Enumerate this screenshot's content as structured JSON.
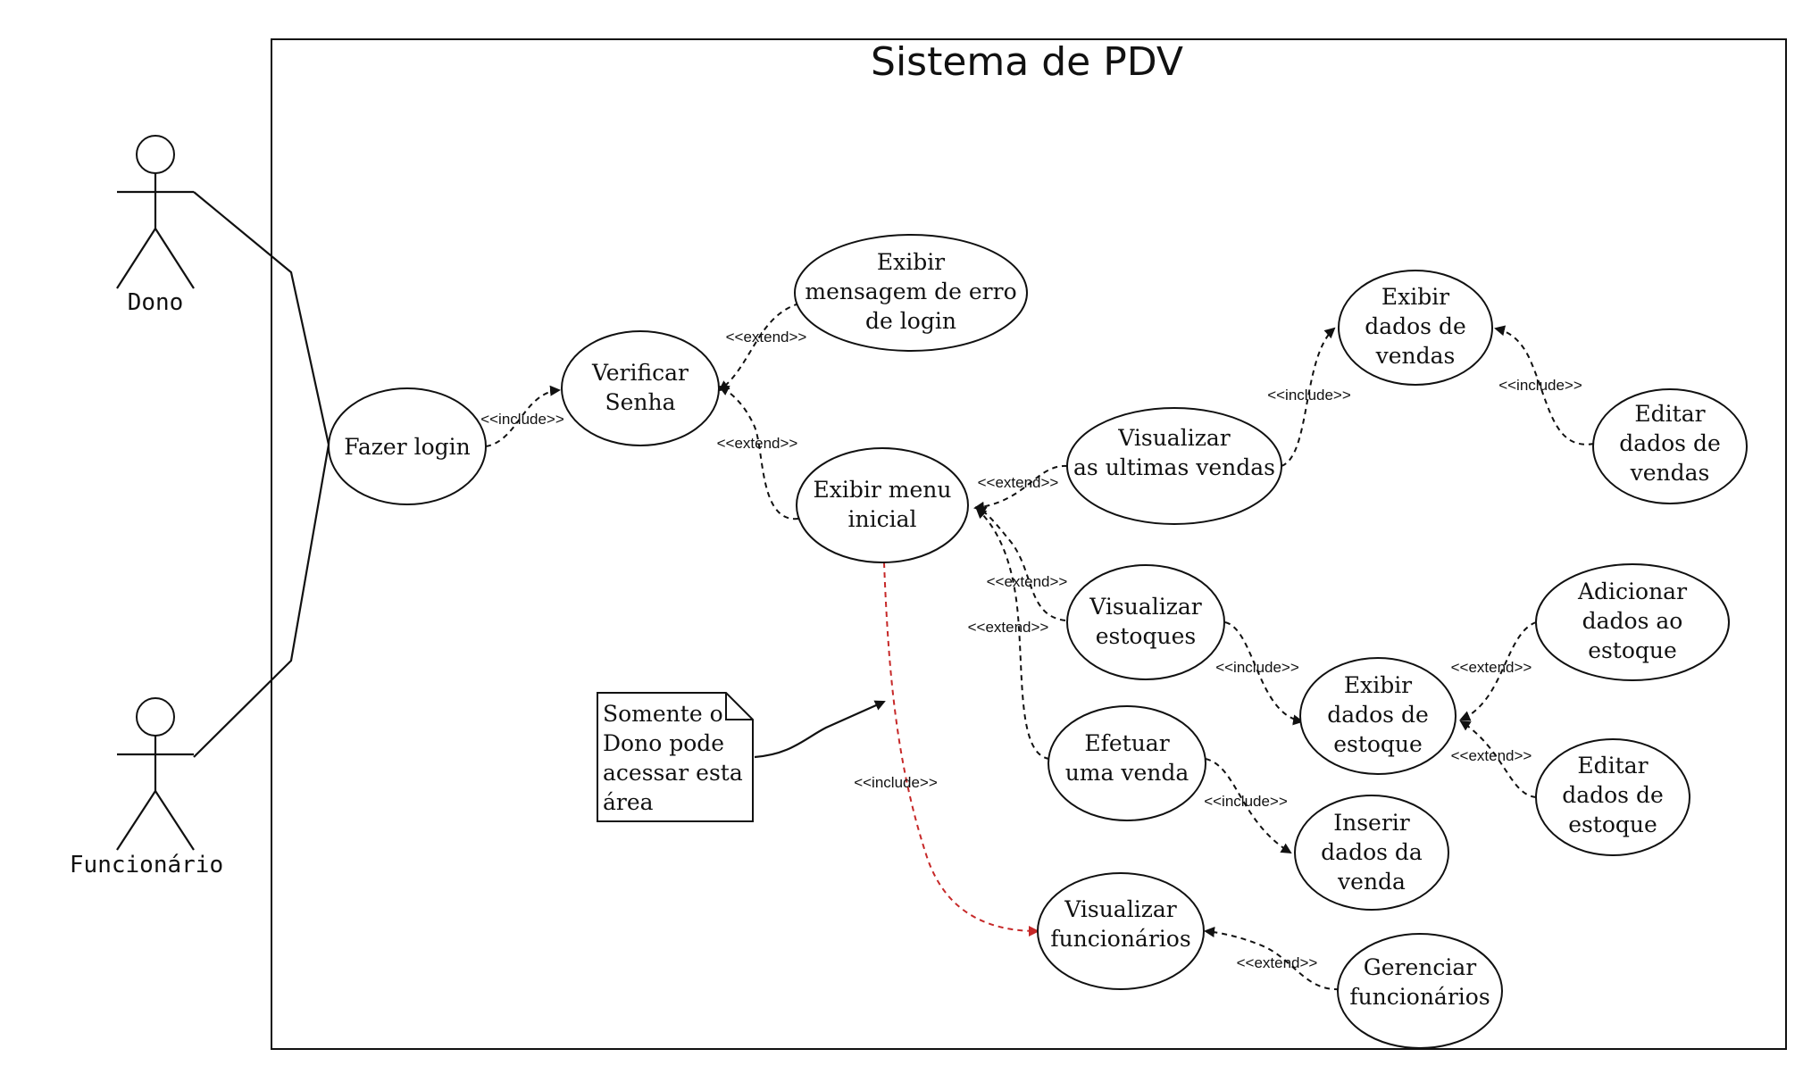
{
  "system": {
    "title": "Sistema de PDV"
  },
  "actors": [
    {
      "id": "dono",
      "label": "Dono"
    },
    {
      "id": "funcionario",
      "label": "Funcionário"
    }
  ],
  "use_cases": [
    {
      "id": "fazer-login",
      "lines": [
        "Fazer login"
      ]
    },
    {
      "id": "verificar-senha",
      "lines": [
        "Verificar",
        "Senha"
      ]
    },
    {
      "id": "exibir-erro",
      "lines": [
        "Exibir",
        "mensagem de erro",
        "de login"
      ]
    },
    {
      "id": "exibir-menu",
      "lines": [
        "Exibir menu",
        "inicial"
      ]
    },
    {
      "id": "visualizar-ultimas-vendas",
      "lines": [
        "Visualizar",
        "as ultimas vendas"
      ]
    },
    {
      "id": "exibir-dados-vendas",
      "lines": [
        "Exibir",
        "dados de",
        "vendas"
      ]
    },
    {
      "id": "editar-dados-vendas",
      "lines": [
        "Editar",
        "dados de",
        "vendas"
      ]
    },
    {
      "id": "visualizar-estoques",
      "lines": [
        "Visualizar",
        "estoques"
      ]
    },
    {
      "id": "exibir-dados-estoque",
      "lines": [
        "Exibir",
        "dados de",
        "estoque"
      ]
    },
    {
      "id": "adicionar-dados-estoque",
      "lines": [
        "Adicionar",
        "dados ao",
        "estoque"
      ]
    },
    {
      "id": "editar-dados-estoque",
      "lines": [
        "Editar",
        "dados de",
        "estoque"
      ]
    },
    {
      "id": "efetuar-venda",
      "lines": [
        "Efetuar",
        "uma venda"
      ]
    },
    {
      "id": "inserir-dados-venda",
      "lines": [
        "Inserir",
        "dados da",
        "venda"
      ]
    },
    {
      "id": "visualizar-funcionarios",
      "lines": [
        "Visualizar",
        "funcionários"
      ]
    },
    {
      "id": "gerenciar-funcionarios",
      "lines": [
        "Gerenciar",
        "funcionários"
      ]
    }
  ],
  "relations": [
    {
      "id": "login-verificar",
      "label": "<<include>>"
    },
    {
      "id": "erro-verificar",
      "label": "<<extend>>"
    },
    {
      "id": "menu-verificar",
      "label": "<<extend>>"
    },
    {
      "id": "ultimas-menu",
      "label": "<<extend>>"
    },
    {
      "id": "ultimas-dadosvendas",
      "label": "<<include>>"
    },
    {
      "id": "editar-dadosvendas",
      "label": "<<include>>"
    },
    {
      "id": "estoques-menu",
      "label": "<<extend>>"
    },
    {
      "id": "venda-menu",
      "label": "<<extend>>"
    },
    {
      "id": "estoques-dadosestoque",
      "label": "<<include>>"
    },
    {
      "id": "adicionar-dadosestoque",
      "label": "<<extend>>"
    },
    {
      "id": "editar-dadosestoque",
      "label": "<<extend>>"
    },
    {
      "id": "venda-inserir",
      "label": "<<include>>"
    },
    {
      "id": "menu-funcionarios",
      "label": "<<include>>",
      "color": "#c62828"
    },
    {
      "id": "gerenciar-funcionarios",
      "label": "<<extend>>"
    }
  ],
  "note": {
    "lines": [
      "Somente o",
      "Dono pode",
      "acessar esta",
      "área"
    ]
  },
  "colors": {
    "line": "#111111",
    "restricted": "#c62828"
  }
}
